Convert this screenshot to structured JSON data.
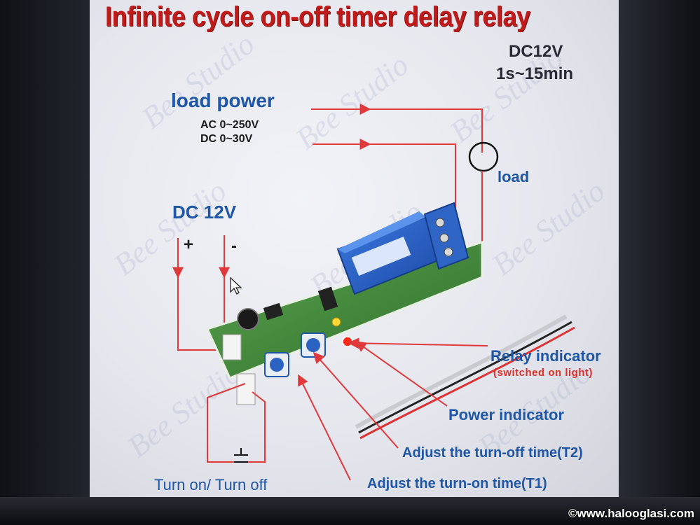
{
  "title": "Infinite cycle on-off timer delay relay",
  "spec": {
    "voltage": "DC12V",
    "range": "1s~15min"
  },
  "load_power": {
    "label": "load power",
    "ac": "AC 0~250V",
    "dc": "DC 0~30V"
  },
  "load_label": "load",
  "supply": {
    "label": "DC 12V",
    "plus": "+",
    "minus": "-"
  },
  "callouts": {
    "relay_indicator": "Relay indicator",
    "relay_indicator_note": "(switched on light)",
    "power_indicator": "Power indicator",
    "turn_off_time": "Adjust the turn-off time(T2)",
    "turn_on_time": "Adjust the turn-on time(T1)",
    "switch": "Turn on/ Turn off"
  },
  "watermark_text": "Bee Studio",
  "footer": {
    "url": "©www.halooglasi.com"
  },
  "colors": {
    "title_red": "#c11a1a",
    "label_blue": "#1e56a8",
    "wire_red": "#e0393b",
    "relay_blue": "#2e64c8",
    "pcb_green": "#3f8a3a"
  }
}
